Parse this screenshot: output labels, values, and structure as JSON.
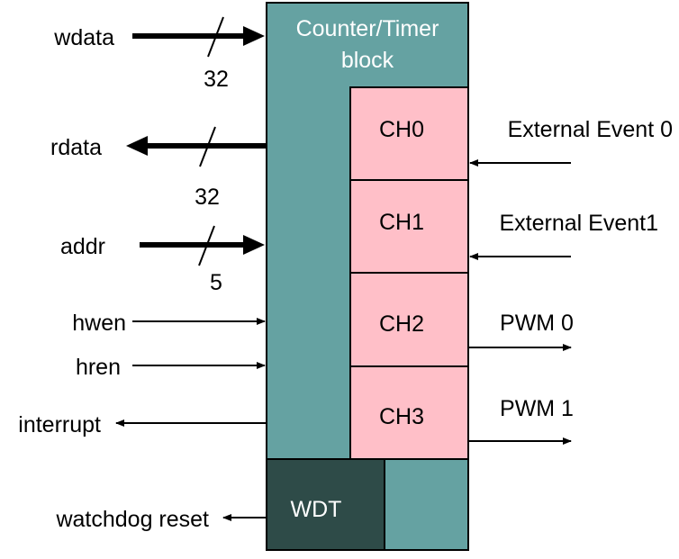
{
  "block": {
    "title_line1": "Counter/Timer",
    "title_line2": "block",
    "color_main": "#65A2A2",
    "color_channel": "#FFBFC8",
    "color_wdt": "#2E4B48"
  },
  "channels": [
    "CH0",
    "CH1",
    "CH2",
    "CH3"
  ],
  "wdt_label": "WDT",
  "inputs": {
    "wdata": "wdata",
    "wdata_width": "32",
    "rdata": "rdata",
    "rdata_width": "32",
    "addr": "addr",
    "addr_width": "5",
    "hwen": "hwen",
    "hren": "hren",
    "interrupt": "interrupt",
    "watchdog_reset": "watchdog reset"
  },
  "external": {
    "event0": "External Event 0",
    "event1": "External Event1",
    "pwm0": "PWM 0",
    "pwm1": "PWM 1"
  }
}
